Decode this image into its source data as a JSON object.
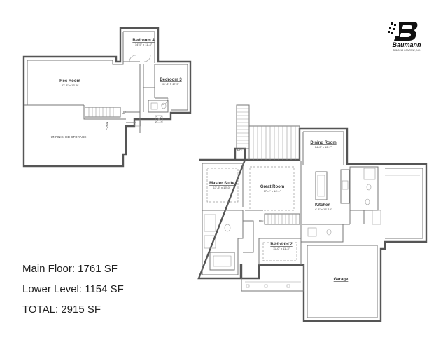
{
  "logo": {
    "name": "Baumann",
    "tagline": "BUILDING COMPANY, INC."
  },
  "lower_level": {
    "rooms": [
      {
        "name": "Bedroom 4",
        "dim": "14'-5\" x 11'-4\""
      },
      {
        "name": "Bedroom 3",
        "dim": "11'-5\" x 12'-5\""
      },
      {
        "name": "Rec Room",
        "dim": "37'-8\" x 16'-9\""
      }
    ],
    "labels": {
      "storage": "UNFINISHED STORAGE",
      "furn": "FURN",
      "up": "UP"
    }
  },
  "main_level": {
    "rooms": [
      {
        "name": "Dining Room",
        "dim": "14'-0\" x 12'-7\""
      },
      {
        "name": "Master Suite",
        "dim": "13'-5\" x 15'-0\""
      },
      {
        "name": "Great Room",
        "dim": "17'-4\" x 16'-1\""
      },
      {
        "name": "Kitchen",
        "dim": "14'-5\" x 15'-10\""
      },
      {
        "name": "Bedroom 2",
        "dim": "11'-0\" x 11'-3\""
      },
      {
        "name": "Garage",
        "dim": ""
      }
    ],
    "labels": {
      "dn1": "DN",
      "dn2": "DN"
    }
  },
  "summary": {
    "main_floor": "Main Floor: 1761 SF",
    "lower_level": "Lower Level: 1154 SF",
    "total": "TOTAL: 2915 SF"
  }
}
